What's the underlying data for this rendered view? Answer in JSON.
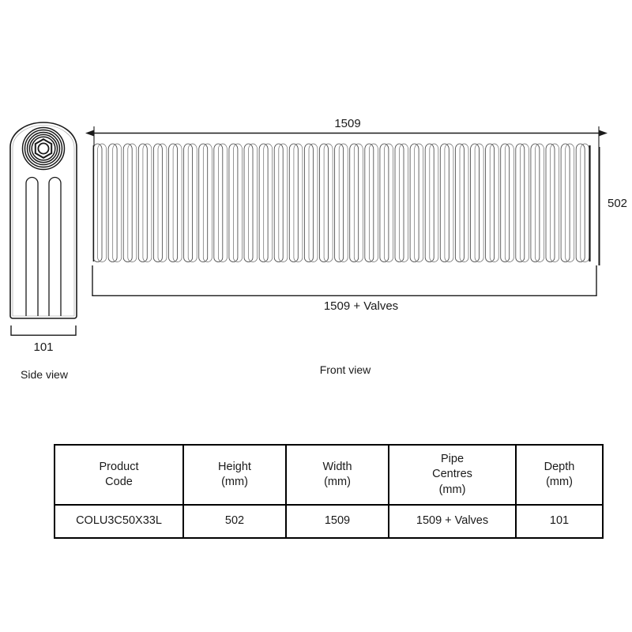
{
  "drawing": {
    "title": "Column radiator technical dimension drawing",
    "line_color": "#1a1a1a",
    "fill_color": "#ffffff",
    "views": [
      {
        "id": "side",
        "label": "Side view"
      },
      {
        "id": "front",
        "label": "Front view"
      }
    ],
    "dimensions": {
      "front_width": "1509",
      "front_height": "502",
      "front_pipe_centres": "1509 + Valves",
      "side_depth": "101"
    },
    "side_view": {
      "label": "Side view",
      "depth_label": "101",
      "column_count": 3,
      "nut_rings": 5,
      "nut_shape": "hexagon"
    },
    "front_view": {
      "label": "Front view",
      "width_label": "1509",
      "height_label": "502",
      "pipe_centres_label": "1509 + Valves",
      "fin_count": 33
    }
  },
  "spec_table": {
    "headers": [
      {
        "line1": "Product",
        "line2": "Code"
      },
      {
        "line1": "Height",
        "line2": "(mm)"
      },
      {
        "line1": "Width",
        "line2": "(mm)"
      },
      {
        "line1": "Pipe",
        "line2": "Centres",
        "line3": "(mm)"
      },
      {
        "line1": "Depth",
        "line2": "(mm)"
      }
    ],
    "rows": [
      {
        "product_code": "COLU3C50X33L",
        "height": "502",
        "width": "1509",
        "pipe_centres": "1509 + Valves",
        "depth": "101"
      }
    ]
  }
}
